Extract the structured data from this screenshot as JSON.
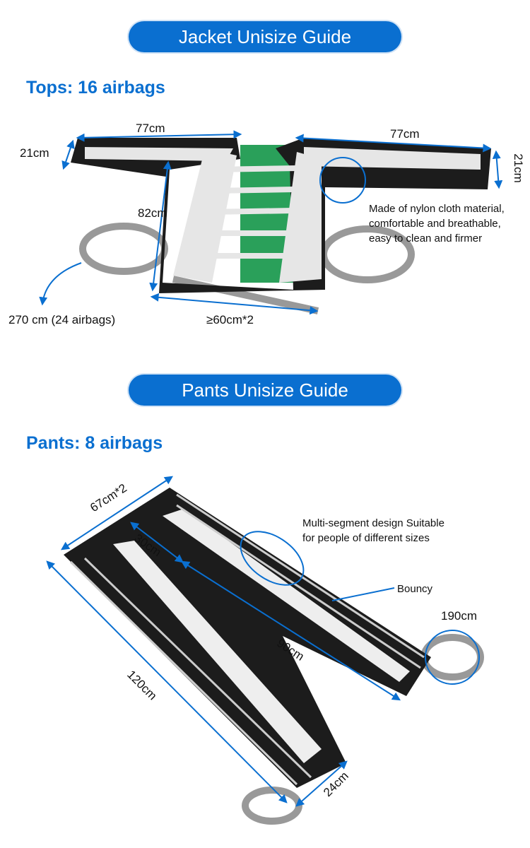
{
  "jacket": {
    "banner": "Jacket Unisize Guide",
    "section_title": "Tops: 16 airbags",
    "dims": {
      "sleeve_left": "77cm",
      "sleeve_right": "77cm",
      "cuff_left": "21cm",
      "cuff_right": "21cm",
      "height": "82cm",
      "hose": "270 cm (24 airbags)",
      "width": "≥60cm*2"
    },
    "note": [
      "Made of nylon cloth material,",
      "comfortable and breathable,",
      "easy to clean and firmer"
    ]
  },
  "pants": {
    "banner": "Pants Unisize Guide",
    "section_title": "Pants: 8 airbags",
    "dims": {
      "waist": "67cm*2",
      "thigh": "30cm",
      "inseam": "90cm",
      "length": "120cm",
      "ankle": "24cm",
      "hose": "190cm"
    },
    "note": [
      "Multi-segment design Suitable",
      "for people of different sizes"
    ],
    "bouncy": "Bouncy"
  },
  "colors": {
    "accent": "#0a6fd0",
    "garment": "#1c1c1c",
    "airbag": "#e8e8e8",
    "hose": "#9a9a9a"
  }
}
